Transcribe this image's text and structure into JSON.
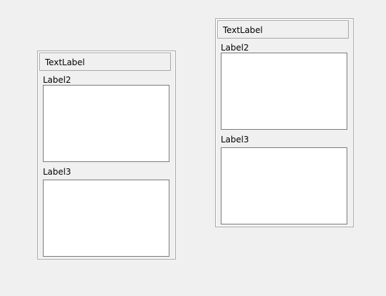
{
  "panels": [
    {
      "title": "TextLabel",
      "label2": "Label2",
      "label3": "Label3"
    },
    {
      "title": "TextLabel",
      "label2": "Label2",
      "label3": "Label3"
    }
  ]
}
